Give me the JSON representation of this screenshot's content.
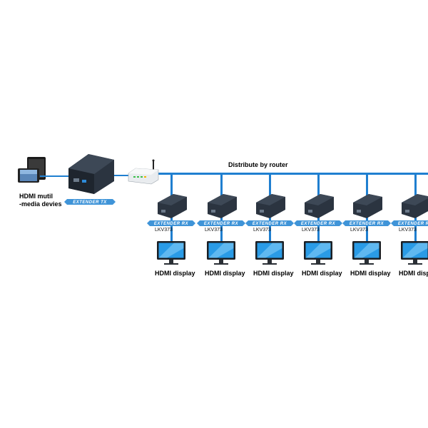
{
  "router_label": "Distribute by router",
  "source": {
    "label_line1": "HDMI mutil",
    "label_line2": "-media devies"
  },
  "transmitter": {
    "band_text": "EXTENDER TX"
  },
  "receivers": [
    {
      "band_text": "EXTENDER RX",
      "model": "LKV373",
      "display_label": "HDMI display"
    },
    {
      "band_text": "EXTENDER RX",
      "model": "LKV373",
      "display_label": "HDMI display"
    },
    {
      "band_text": "EXTENDER RX",
      "model": "LKV373",
      "display_label": "HDMI display"
    },
    {
      "band_text": "EXTENDER RX",
      "model": "LKV373",
      "display_label": "HDMI display"
    },
    {
      "band_text": "EXTENDER RX",
      "model": "LKV373",
      "display_label": "HDMI display"
    },
    {
      "band_text": "EXTENDER RX",
      "model": "LKV373",
      "display_label": "HDMI display"
    }
  ],
  "colors": {
    "cable": "#1f7fd0",
    "band": "#3f94d8",
    "device": "#2b3440",
    "screen": "#2a9be6"
  }
}
